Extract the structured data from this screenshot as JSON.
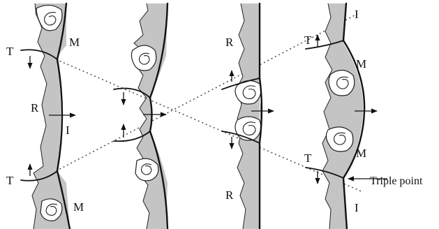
{
  "figure": {
    "labels": {
      "triple_point_wave": "T",
      "mach_stem": "M",
      "reflected_wave": "R",
      "incident_wave": "I",
      "triple_point": "Triple point"
    }
  }
}
